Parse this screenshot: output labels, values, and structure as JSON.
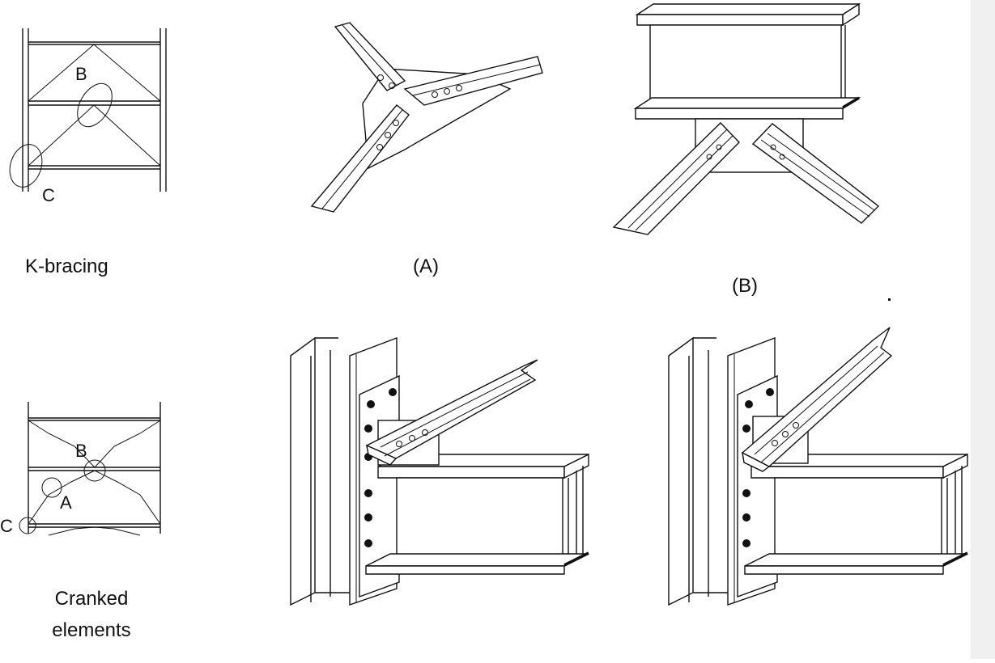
{
  "labels": {
    "k_bracing": "K-bracing",
    "caption_a": "(A)",
    "caption_b": "(B)",
    "cranked_line1": "Cranked",
    "cranked_line2": "elements",
    "k_point_b": "B",
    "k_point_c": "C",
    "cr_point_b": "B",
    "cr_point_a": "A",
    "cr_point_c": "C"
  },
  "colors": {
    "line": "#111111",
    "background": "#ffffff",
    "sidebar": "#f0f0f0"
  }
}
